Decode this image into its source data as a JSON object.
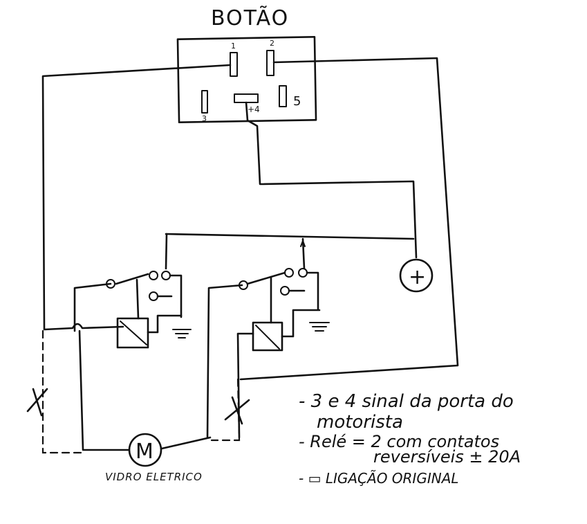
{
  "title": "BOTÃO",
  "pins": {
    "p1": "1",
    "p2": "2",
    "p3": "3",
    "p4": "+4",
    "p5": "5"
  },
  "positive_symbol": "+",
  "motor_symbol": "M",
  "motor_label": "VIDRO ELETRICO",
  "notes": {
    "line1a": "- 3 e 4  sinal da porta do",
    "line1b": "motorista",
    "line2a": "- Relé = 2  com contatos",
    "line2b": "reversíveis ± 20A",
    "line3": "- ▭  LIGAÇÃO ORIGINAL"
  },
  "legend_dash_text": "---"
}
